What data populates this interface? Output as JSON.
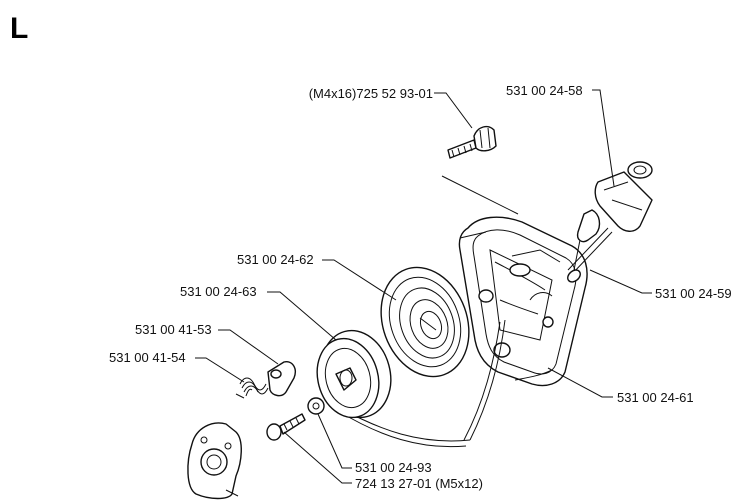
{
  "section_letter": "L",
  "parts": {
    "screw_top": "(M4x16)725 52 93-01",
    "handle": "531 00 24-58",
    "spring": "531 00 24-62",
    "pulley": "531 00 24-63",
    "pawl": "531 00 41-53",
    "pawl_spring": "531 00 41-54",
    "rope": "531 00 24-59",
    "starter_housing": "531 00 24-61",
    "washer": "531 00 24-93",
    "screw_bottom": "724 13 27-01 (M5x12)"
  }
}
